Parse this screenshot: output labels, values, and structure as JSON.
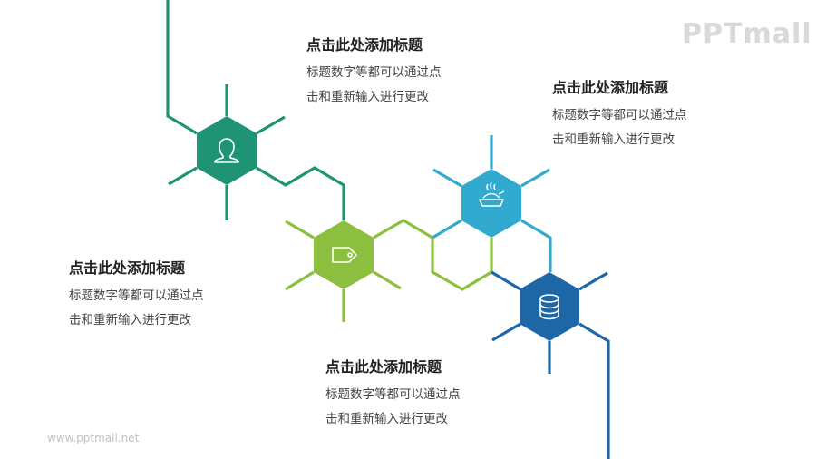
{
  "colors": {
    "teal": "#1e9474",
    "green": "#8dbf3f",
    "blue": "#32a9cf",
    "navy": "#1e67a7",
    "title_text": "#222222",
    "desc_text": "#444444"
  },
  "nodes": [
    {
      "id": "node-1",
      "icon": "user-icon",
      "color": "#1e9474"
    },
    {
      "id": "node-2",
      "icon": "tag-icon",
      "color": "#8dbf3f"
    },
    {
      "id": "node-3",
      "icon": "food-bowl-icon",
      "color": "#32a9cf"
    },
    {
      "id": "node-4",
      "icon": "database-icon",
      "color": "#1e67a7"
    }
  ],
  "blocks": [
    {
      "title": "点击此处添加标题",
      "line1": "标题数字等都可以通过点",
      "line2": "击和重新输入进行更改"
    },
    {
      "title": "点击此处添加标题",
      "line1": "标题数字等都可以通过点",
      "line2": "击和重新输入进行更改"
    },
    {
      "title": "点击此处添加标题",
      "line1": "标题数字等都可以通过点",
      "line2": "击和重新输入进行更改"
    },
    {
      "title": "点击此处添加标题",
      "line1": "标题数字等都可以通过点",
      "line2": "击和重新输入进行更改"
    }
  ],
  "watermark": {
    "logo": "PPTmall",
    "url": "www.pptmall.net"
  }
}
